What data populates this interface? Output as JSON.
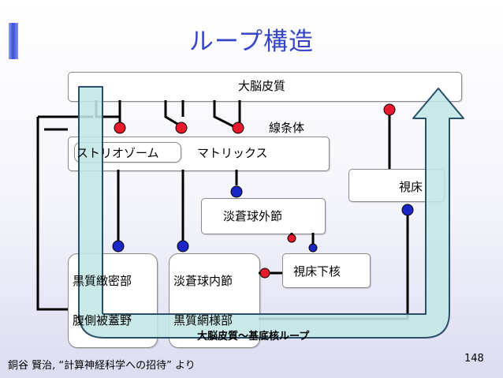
{
  "slide": {
    "title": "ループ構造",
    "credit": "銅谷 賢治, “計算神経科学への招待” より",
    "page_number": "148"
  },
  "diagram": {
    "cortex": "大脳皮質",
    "striatum_label": "線条体",
    "striosome": "ストリオゾーム",
    "matrix": "マトリックス",
    "gpe": "淡蒼球外節",
    "thalamus": "視床",
    "stn": "視床下核",
    "snc": "黒質緻密部",
    "vta": "腹側被蓋野",
    "gpi": "淡蒼球内節",
    "snr": "黒質網様部",
    "loop_label": "大脳皮質〜基底核ループ"
  },
  "colors": {
    "excitatory": "#e8192c",
    "inhibitory": "#1a27c4",
    "loop_arrow": "#c2e6e6",
    "title": "#3646c6"
  }
}
